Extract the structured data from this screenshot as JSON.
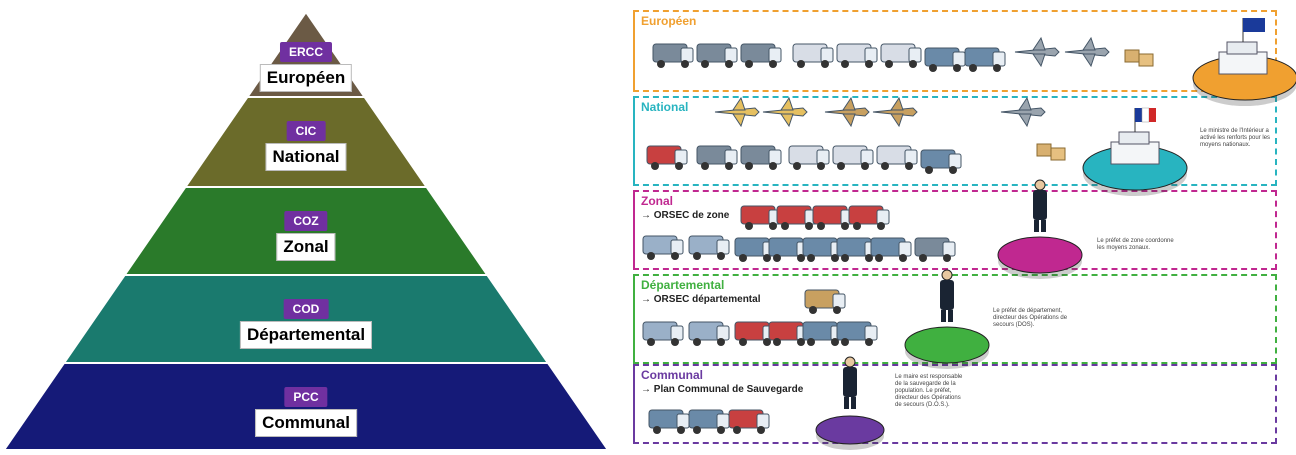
{
  "pyramid": {
    "tiers": [
      {
        "code": "ERCC",
        "name": "Européen",
        "color": "#6b5a45"
      },
      {
        "code": "CIC",
        "name": "National",
        "color": "#6b6b2a"
      },
      {
        "code": "COZ",
        "name": "Zonal",
        "color": "#2a7a2a"
      },
      {
        "code": "COD",
        "name": "Départemental",
        "color": "#1a7a6e"
      },
      {
        "code": "PCC",
        "name": "Communal",
        "color": "#151a78"
      }
    ],
    "badge_color": "#7030a0"
  },
  "infographic": {
    "bands": [
      {
        "title": "Européen",
        "subtitle": "",
        "color": "#f0a030"
      },
      {
        "title": "National",
        "subtitle": "",
        "color": "#28b4c0"
      },
      {
        "title": "Zonal",
        "subtitle": "→ ORSEC de zone",
        "color": "#c02890"
      },
      {
        "title": "Départemental",
        "subtitle": "→ ORSEC départemental",
        "color": "#40b040"
      },
      {
        "title": "Communal",
        "subtitle": "→ Plan Communal de Sauvegarde",
        "color": "#6a3aa0"
      }
    ],
    "annotations": [
      "Le ministre de l'Intérieur a activé les renforts pour les moyens nationaux.",
      "Le préfet de zone coordonne les moyens zonaux.",
      "Le préfet de département, directeur des Opérations de secours (DOS).",
      "Le maire est responsable de la sauvegarde de la population. Le préfet, directeur des Opérations de secours (D.O.S.)."
    ]
  }
}
